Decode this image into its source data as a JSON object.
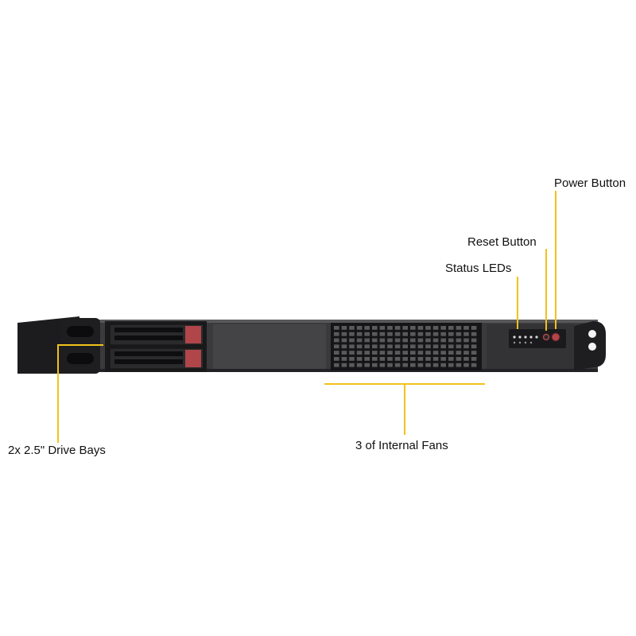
{
  "callouts": {
    "power_button": "Power Button",
    "reset_button": "Reset Button",
    "status_leds": "Status LEDs",
    "drive_bays": "2x 2.5\" Drive Bays",
    "internal_fans": "3 of Internal Fans"
  },
  "colors": {
    "callout_line": "#f2c21b",
    "chassis": "#3a3a3c",
    "chassis_dark": "#1c1c1e",
    "drive_latch": "#b0454a"
  }
}
